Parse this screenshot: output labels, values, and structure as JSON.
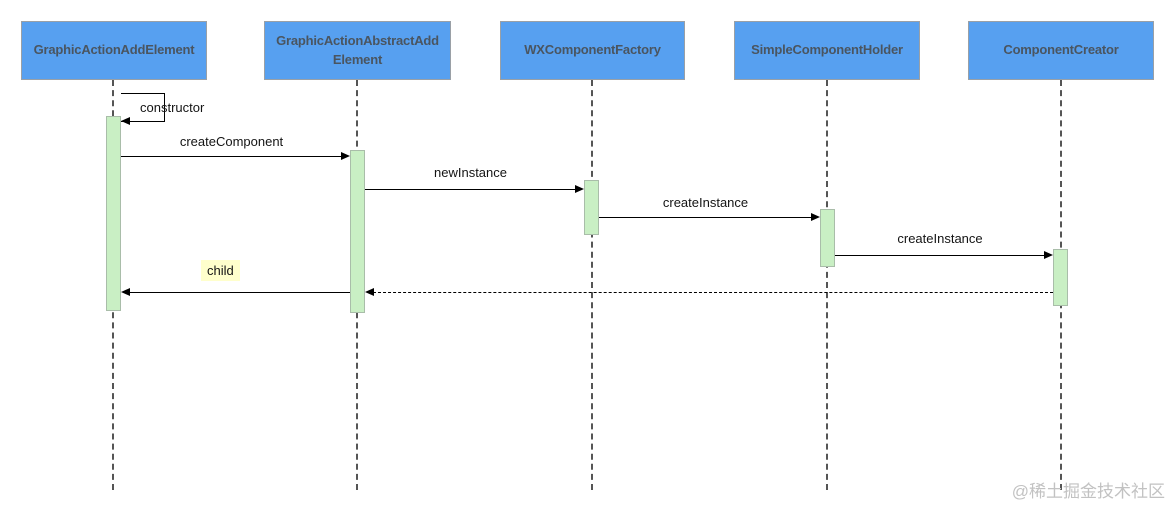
{
  "diagram": {
    "type": "uml-sequence-diagram",
    "participants": [
      {
        "label": "GraphicActionAddElement"
      },
      {
        "label": "GraphicActionAbstractAddElement"
      },
      {
        "label": "WXComponentFactory"
      },
      {
        "label": "SimpleComponentHolder"
      },
      {
        "label": "ComponentCreator"
      }
    ],
    "messages": [
      {
        "label": "constructor",
        "from": "GraphicActionAddElement",
        "to": "GraphicActionAddElement",
        "style": "self-call"
      },
      {
        "label": "createComponent",
        "from": "GraphicActionAddElement",
        "to": "GraphicActionAbstractAddElement",
        "style": "solid"
      },
      {
        "label": "newInstance",
        "from": "GraphicActionAbstractAddElement",
        "to": "WXComponentFactory",
        "style": "solid"
      },
      {
        "label": "createInstance",
        "from": "WXComponentFactory",
        "to": "SimpleComponentHolder",
        "style": "solid"
      },
      {
        "label": "createInstance",
        "from": "SimpleComponentHolder",
        "to": "ComponentCreator",
        "style": "solid"
      },
      {
        "label": "child",
        "from": "GraphicActionAbstractAddElement",
        "to": "GraphicActionAddElement",
        "style": "solid-return",
        "highlighted": true
      },
      {
        "label": "",
        "from": "ComponentCreator",
        "to": "GraphicActionAbstractAddElement",
        "style": "dashed-return"
      }
    ],
    "watermark": "@稀土掘金技术社区"
  },
  "colors": {
    "participant_fill": "#57a0f0",
    "participant_border": "#9aa0a6",
    "participant_text": "#4a5560",
    "activation_fill": "#c9efc4",
    "activation_border": "#a9bda9",
    "lifeline_color": "#555555",
    "arrow_color": "#000000",
    "highlight_fill": "#ffffcc",
    "watermark_color": "#c2c2c2"
  }
}
